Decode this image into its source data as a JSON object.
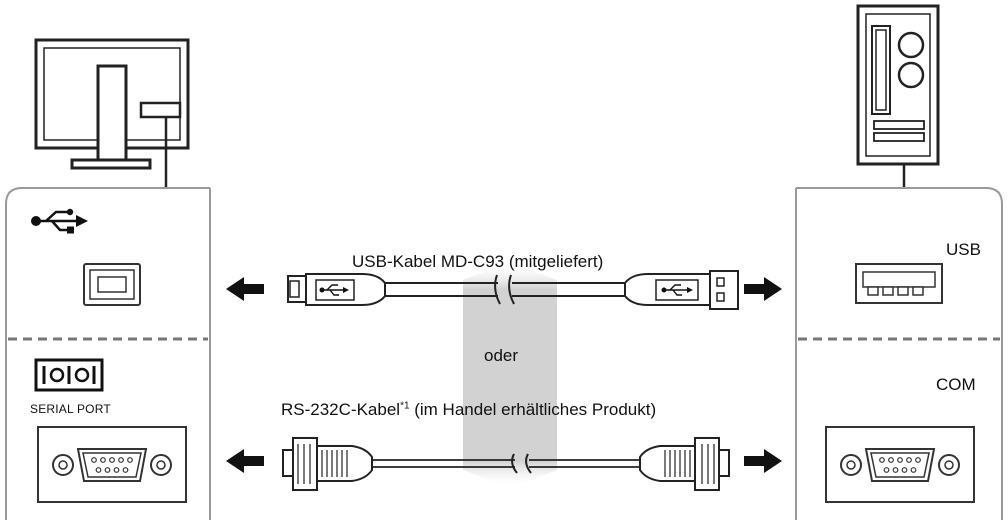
{
  "cables": {
    "usb_label": "USB-Kabel MD-C93 (mitgeliefert)",
    "or_label": "oder",
    "rs232_label_main": "RS-232C-Kabel",
    "rs232_note_mark": "*1",
    "rs232_label_rest": " (im Handel erhältliches Produkt)"
  },
  "monitor_panel": {
    "serial_port_label": "SERIAL PORT"
  },
  "pc_panel": {
    "usb_label": "USB",
    "com_label": "COM"
  },
  "icons": [
    "usb-symbol-icon",
    "serial-port-symbol-icon",
    "arrow-left-icon",
    "arrow-right-icon",
    "break-mark-icon"
  ],
  "colors": {
    "line": "#222222",
    "panel_border": "#9a9a9a",
    "gray_band": "#d4d4d4"
  }
}
